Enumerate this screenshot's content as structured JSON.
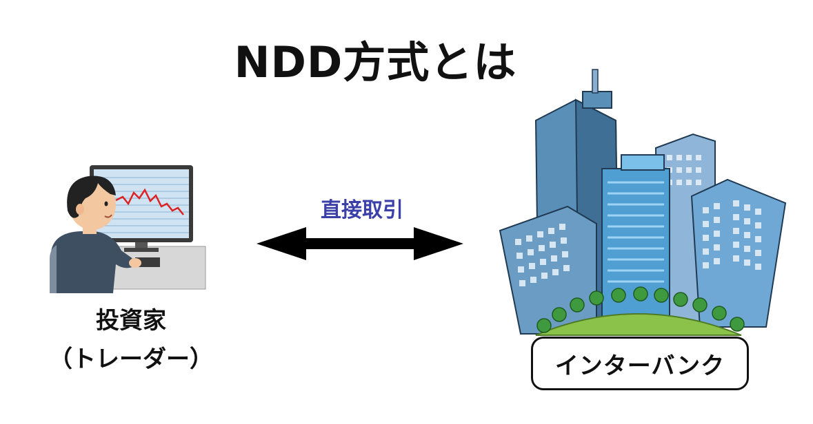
{
  "title": "NDD方式とは",
  "investor": {
    "line1": "投資家",
    "line2": "（トレーダー）"
  },
  "connection": {
    "label": "直接取引"
  },
  "bank": {
    "label": "インターバンク"
  },
  "colors": {
    "connection_label": "#3b3fa8",
    "arrow": "#000000",
    "building": "#5a8fb8",
    "grass": "#8bc34a"
  },
  "icons": [
    "trader-illustration",
    "double-arrow",
    "city-buildings-illustration"
  ]
}
